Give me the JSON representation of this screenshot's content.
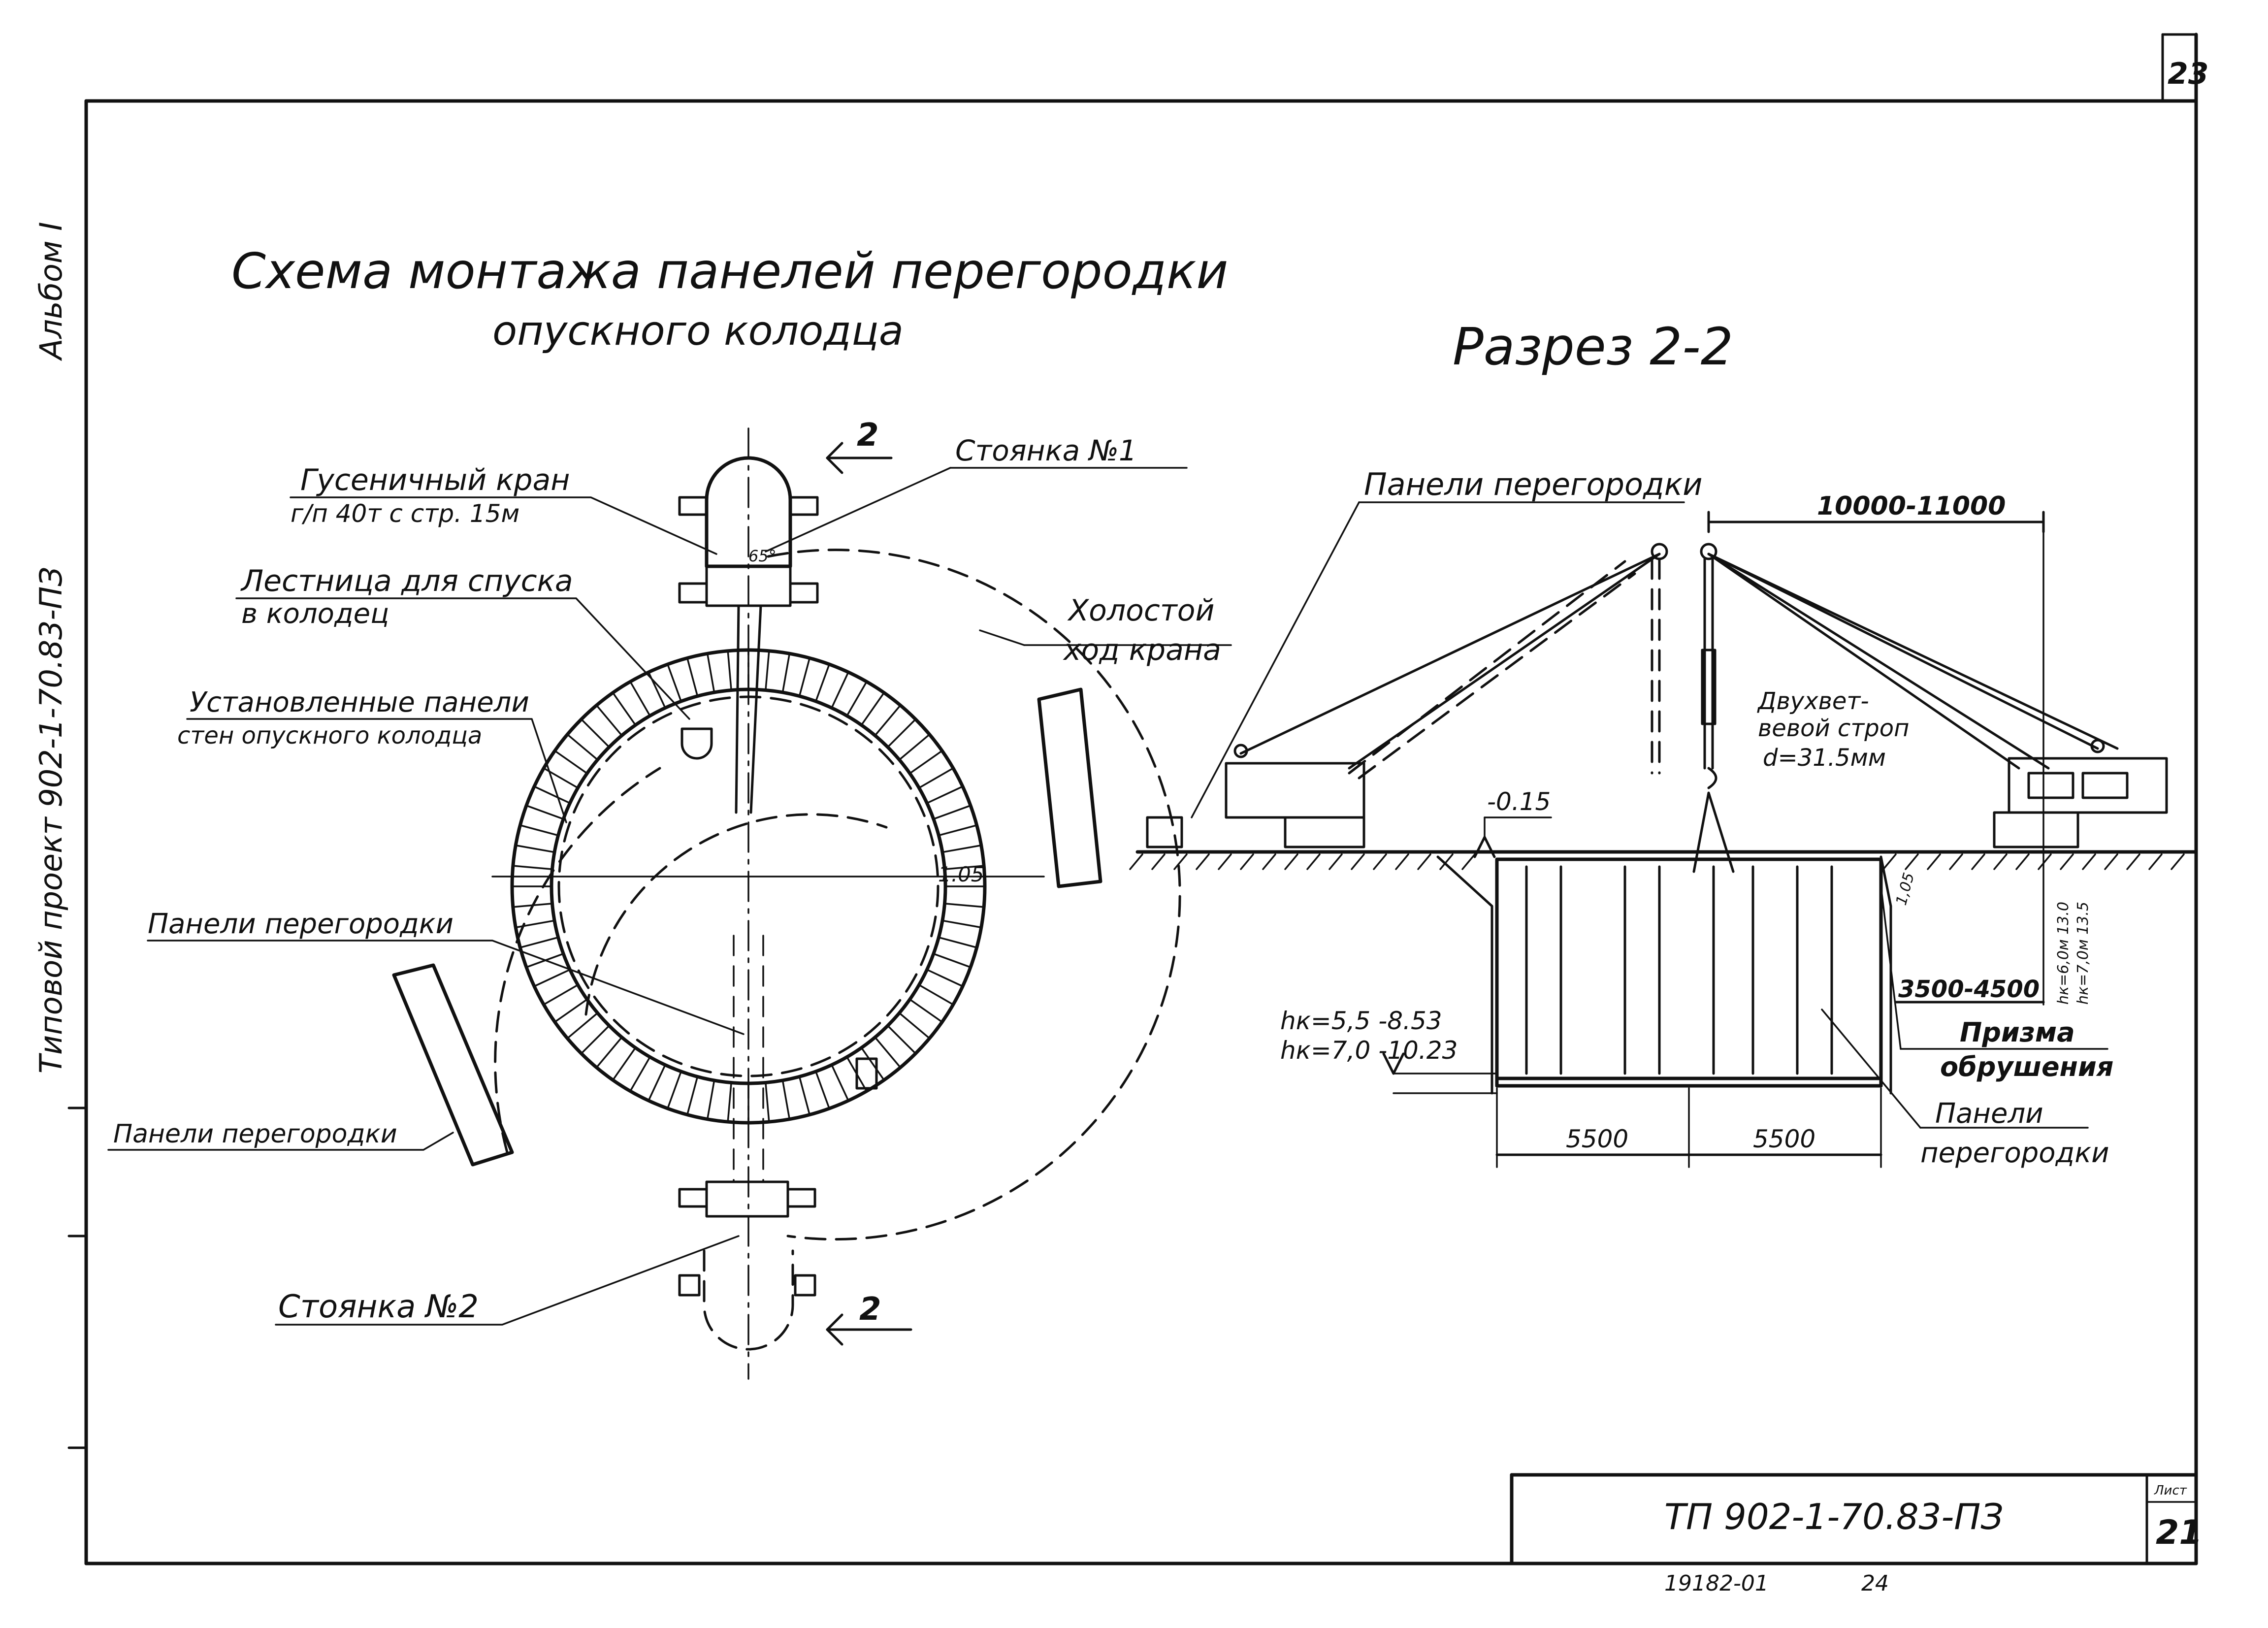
{
  "sheet": {
    "page_number": "23",
    "sheet_number": "21",
    "sheet_label": "Лист",
    "album": "Альбом I",
    "project_side": "Типовой проект 902-1-70.83-ПЗ",
    "designation": "ТП 902-1-70.83-ПЗ",
    "inventory": "19182-01",
    "copy": "24"
  },
  "plan": {
    "title_line1": "Схема монтажа панелей перегородки",
    "title_line2": "опускного колодца",
    "labels": {
      "crawler_crane_line1": "Гусеничный кран",
      "crawler_crane_line2": "г/п 40т  с стр. 15м",
      "ladder_line1": "Лестница для спуска",
      "ladder_line2": "в колодец",
      "installed_line1": "Установленные панели",
      "installed_line2": "стен опускного колодца",
      "partition_panels_mid": "Панели перегородки",
      "partition_panels_low": "Панели перегородки",
      "station_1": "Стоянка №1",
      "station_2": "Стоянка №2",
      "idle_line1": "Холостой",
      "idle_line2": "ход крана",
      "elevation": "1.05",
      "section_mark": "2",
      "boom_angle": "65°"
    }
  },
  "section": {
    "title": "Разрез 2-2",
    "labels": {
      "partition_panels_top": "Панели перегородки",
      "reach": "10000-11000",
      "sling_line1": "Двухвет-",
      "sling_line2": "вевой строп",
      "sling_line3": "d=31.5мм",
      "top_level": "-0.15",
      "bottom_level1": "hк=5,5 -8.53",
      "bottom_level2": "hк=7,0 -10.23",
      "width_left": "5500",
      "width_right": "5500",
      "offset": "3500-4500",
      "collapse_line1": "Призма",
      "collapse_line2": "обрушения",
      "panels_line1": "Панели",
      "panels_line2": "перегородки",
      "hoist1": "hк=6,0м  13.0",
      "hoist2": "hк=7,0м  13.5",
      "small_dim": "1,05"
    }
  }
}
